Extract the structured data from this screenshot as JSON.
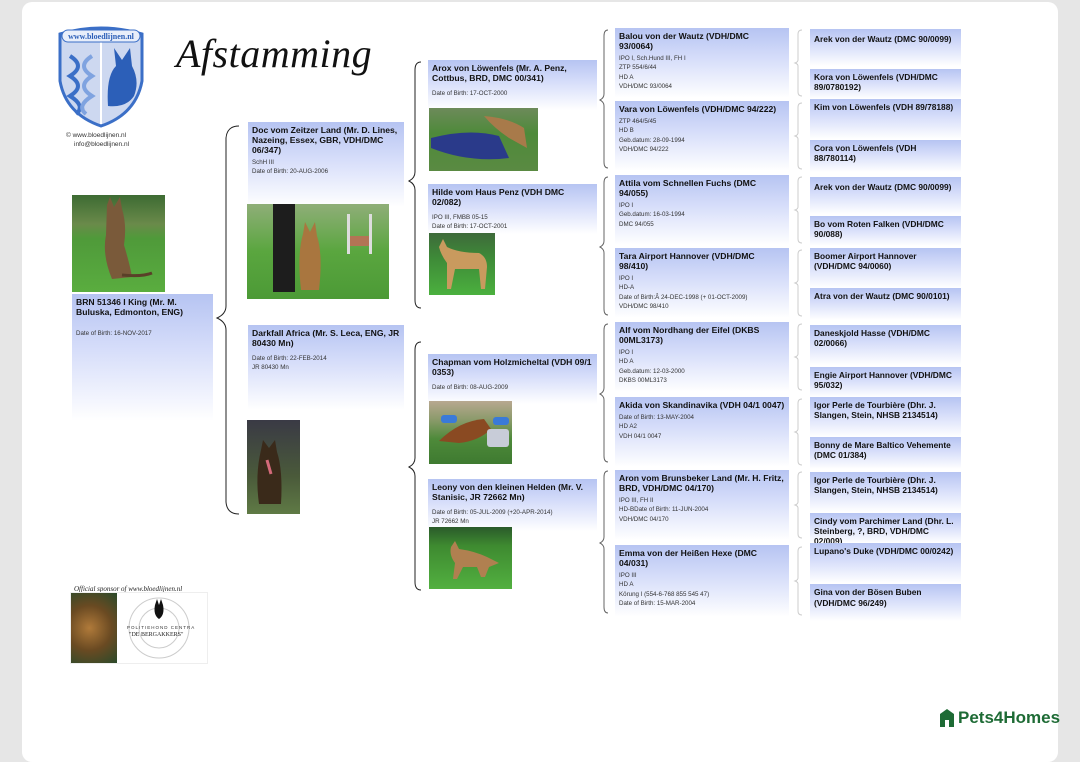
{
  "header": {
    "title": "Afstamming",
    "logo_text": "www.bloedlijnen.nl",
    "copyright": "© www.bloedlijnen.nl",
    "email": "info@bloedlijnen.nl"
  },
  "subject": {
    "name": "BRN 51346 I King (Mr. M. Buluska, Edmonton, ENG)",
    "info": [
      "Date of Birth: 16-NOV-2017"
    ]
  },
  "generation1": [
    {
      "name": "Doc vom Zeitzer Land (Mr. D. Lines, Nazeing, Essex, GBR, VDH/DMC 06/347)",
      "info": [
        "SchH III",
        "Date of Birth: 20-AUG-2006"
      ]
    },
    {
      "name": "Darkfall Africa (Mr. S. Leca, ENG, JR 80430 Mn)",
      "info": [
        "Date of Birth: 22-FEB-2014",
        "JR 80430 Mn"
      ]
    }
  ],
  "generation2": [
    {
      "name": "Arox von Löwenfels (Mr. A. Penz, Cottbus, BRD, DMC 00/341)",
      "info": [
        "Date of Birth: 17-OCT-2000"
      ]
    },
    {
      "name": "Hilde vom Haus Penz (VDH DMC 02/082)",
      "info": [
        "IPO III, FMBB 05-15",
        "Date of Birth: 17-OCT-2001"
      ]
    },
    {
      "name": "Chapman vom Holzmicheltal (VDH 09/1 0353)",
      "info": [
        "Date of Birth: 08-AUG-2009"
      ]
    },
    {
      "name": "Leony von den kleinen Helden (Mr. V. Stanisic, JR 72662 Mn)",
      "info": [
        "Date of Birth: 05-JUL-2009 (+20-APR-2014)",
        "JR 72662 Mn"
      ]
    }
  ],
  "generation3": [
    {
      "name": "Balou von der Wautz (VDH/DMC 93/0064)",
      "info": [
        "IPO I, Sch.Hund III, FH I",
        "ZTP 554/6/44",
        "HD A",
        "VDH/DMC 93/0064"
      ]
    },
    {
      "name": "Vara von Löwenfels (VDH/DMC 94/222)",
      "info": [
        "ZTP 464/5/45",
        "HD B",
        "Geb.datum: 28-09-1994",
        "VDH/DMC 94/222"
      ]
    },
    {
      "name": "Attila vom Schnellen Fuchs (DMC 94/055)",
      "info": [
        "IPO I",
        "Geb.datum: 16-03-1994",
        "DMC 94/055"
      ]
    },
    {
      "name": "Tara Airport Hannover (VDH/DMC 98/410)",
      "info": [
        "IPO I",
        "HD-A",
        "Date of Birth:Â 24-DEC-1998 (+ 01-OCT-2009)",
        "VDH/DMC 98/410"
      ]
    },
    {
      "name": "Alf vom Nordhang der Eifel (DKBS 00ML3173)",
      "info": [
        "IPO I",
        "HD A",
        "Geb.datum: 12-03-2000",
        "DKBS 00ML3173"
      ]
    },
    {
      "name": "Akida von Skandinavika (VDH 04/1 0047)",
      "info": [
        "Date of Birth: 13-MAY-2004",
        "HD A2",
        "VDH 04/1 0047"
      ]
    },
    {
      "name": "Aron vom Brunsbeker Land (Mr. H. Fritz, BRD, VDH/DMC 04/170)",
      "info": [
        "IPO III, FH II",
        "HD-BDate of Birth: 11-JUN-2004",
        "VDH/DMC 04/170"
      ]
    },
    {
      "name": "Emma von der Heißen Hexe (DMC 04/031)",
      "info": [
        "IPO III",
        "HD A",
        "Körung I (554-6-768 855 545 47)",
        "Date of Birth: 15-MAR-2004"
      ]
    }
  ],
  "generation4": [
    {
      "name": "Arek von der Wautz (DMC 90/0099)"
    },
    {
      "name": "Kora von Löwenfels (VDH/DMC 89/0780192)"
    },
    {
      "name": "Kim von Löwenfels (VDH 89/78188)"
    },
    {
      "name": "Cora von Löwenfels (VDH 88/780114)"
    },
    {
      "name": "Arek von der Wautz (DMC 90/0099)"
    },
    {
      "name": "Bo vom Roten Falken (VDH/DMC 90/088)"
    },
    {
      "name": "Boomer Airport Hannover (VDH/DMC 94/0060)"
    },
    {
      "name": "Atra von der Wautz (DMC 90/0101)"
    },
    {
      "name": "Daneskjold Hasse (VDH/DMC 02/0066)"
    },
    {
      "name": "Engie Airport Hannover (VDH/DMC 95/032)"
    },
    {
      "name": "Igor Perle de Tourbière (Dhr. J. Slangen, Stein, NHSB 2134514)"
    },
    {
      "name": "Bonny de Mare Baltico Vehemente (DMC 01/384)"
    },
    {
      "name": "Igor Perle de Tourbière (Dhr. J. Slangen, Stein, NHSB 2134514)"
    },
    {
      "name": "Cindy vom Parchimer Land (Dhr. L. Steinberg, ?, BRD, VDH/DMC 02/009)"
    },
    {
      "name": "Lupano's Duke (VDH/DMC 00/0242)"
    },
    {
      "name": "Gina von der Bösen Buben (VDH/DMC 96/249)"
    }
  ],
  "sponsor": {
    "label": "Official sponsor of www.bloedlijnen.nl",
    "company": "POLITIEHOND CENTRA",
    "name": "\"DE BERGAKKERS\""
  },
  "watermark": {
    "brand": "Pets4Homes",
    "color": "#1e6b35"
  },
  "colors": {
    "card_top": "#b6c4f2",
    "card_bottom": "#ffffff"
  }
}
